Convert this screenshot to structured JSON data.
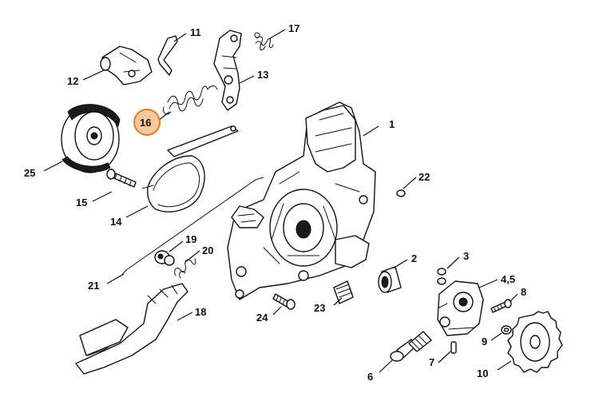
{
  "colors": {
    "line": "#111111",
    "highlight_fill": "#f7c89b",
    "highlight_stroke": "#e07b1f",
    "background": "#ffffff"
  },
  "highlighted_part": "16",
  "labels": {
    "p1": "1",
    "p2": "2",
    "p3": "3",
    "p45": "4,5",
    "p6": "6",
    "p7": "7",
    "p8": "8",
    "p9": "9",
    "p10": "10",
    "p11": "11",
    "p12": "12",
    "p13": "13",
    "p14": "14",
    "p15": "15",
    "p16": "16",
    "p17": "17",
    "p18": "18",
    "p19": "19",
    "p20": "20",
    "p21": "21",
    "p22": "22",
    "p23": "23",
    "p24": "24",
    "p25": "25"
  }
}
